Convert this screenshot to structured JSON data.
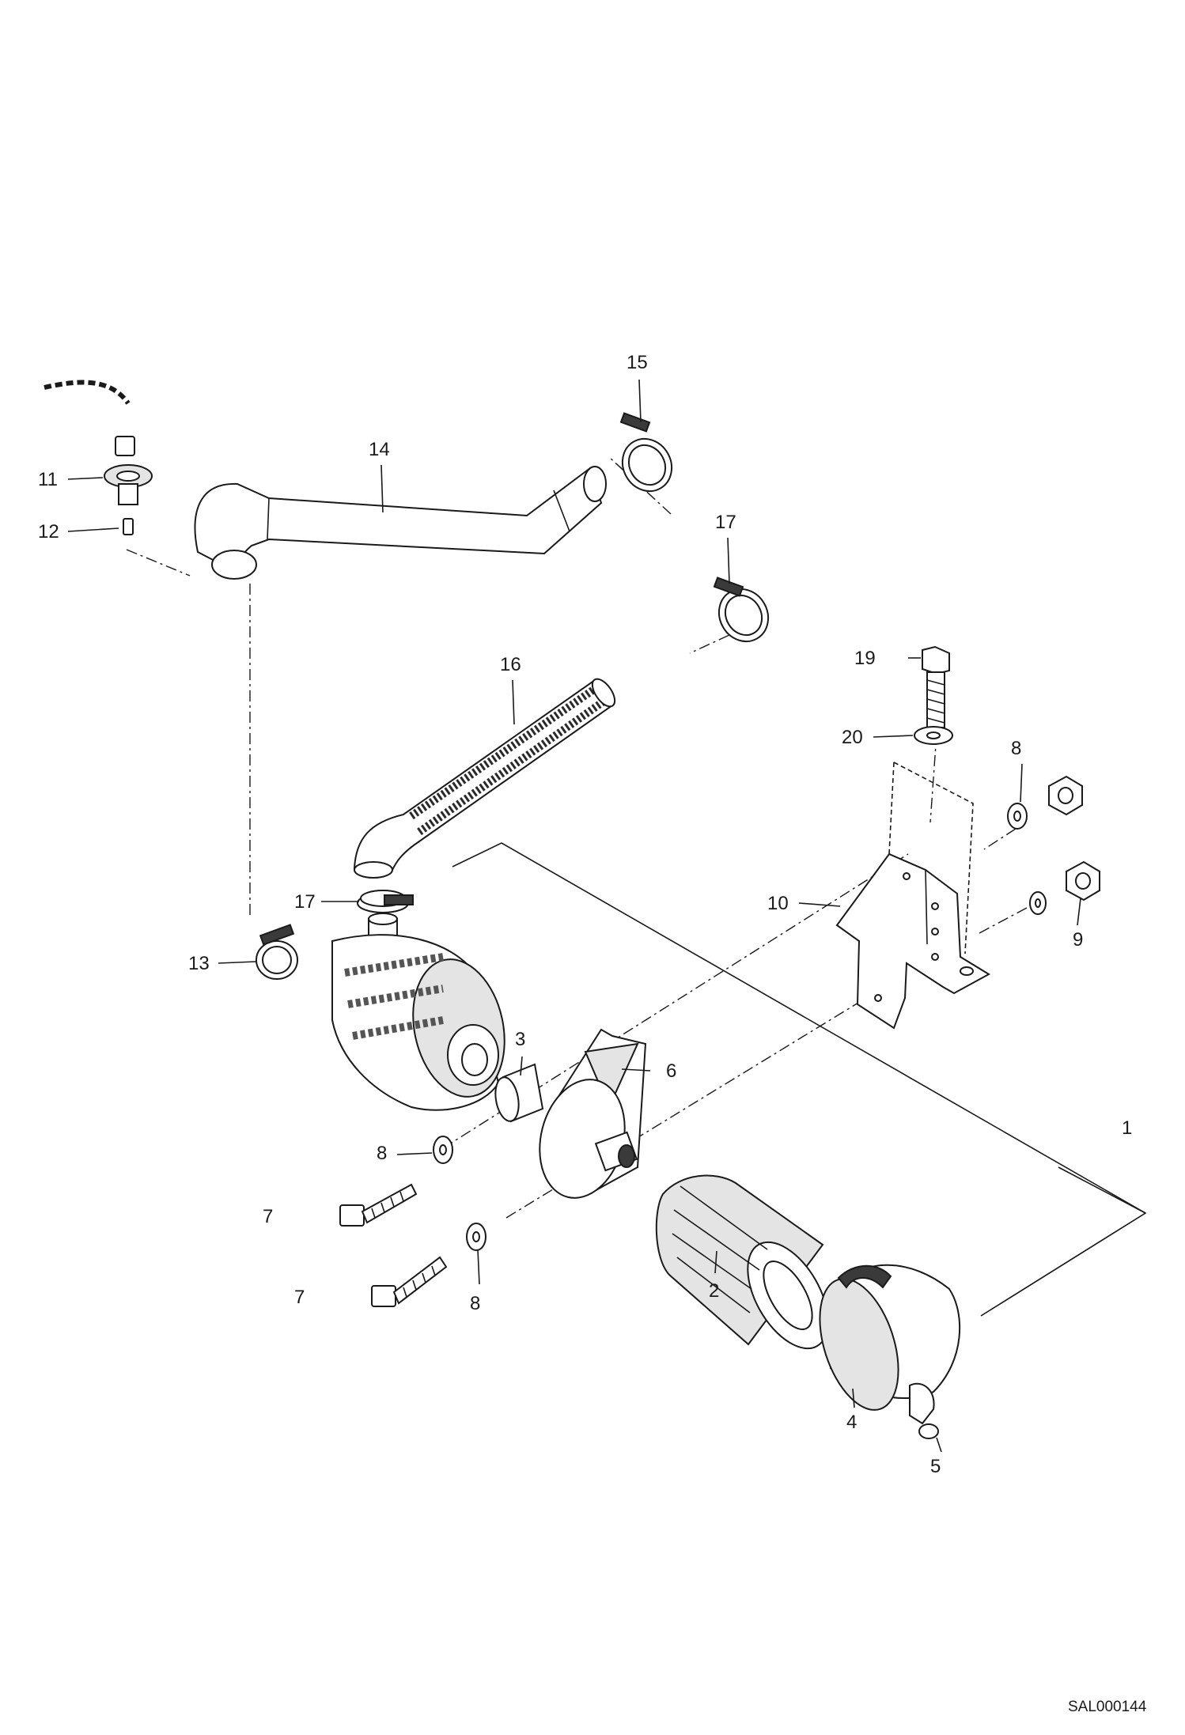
{
  "drawing_code": "SAL000144",
  "callouts": {
    "c1": "1",
    "c2": "2",
    "c3": "3",
    "c4": "4",
    "c5": "5",
    "c6": "6",
    "c7a": "7",
    "c7b": "7",
    "c8a": "8",
    "c8b": "8",
    "c8c": "8",
    "c9": "9",
    "c10": "10",
    "c11": "11",
    "c12": "12",
    "c13": "13",
    "c14": "14",
    "c15": "15",
    "c16": "16",
    "c17a": "17",
    "c17b": "17",
    "c19": "19",
    "c20": "20"
  }
}
